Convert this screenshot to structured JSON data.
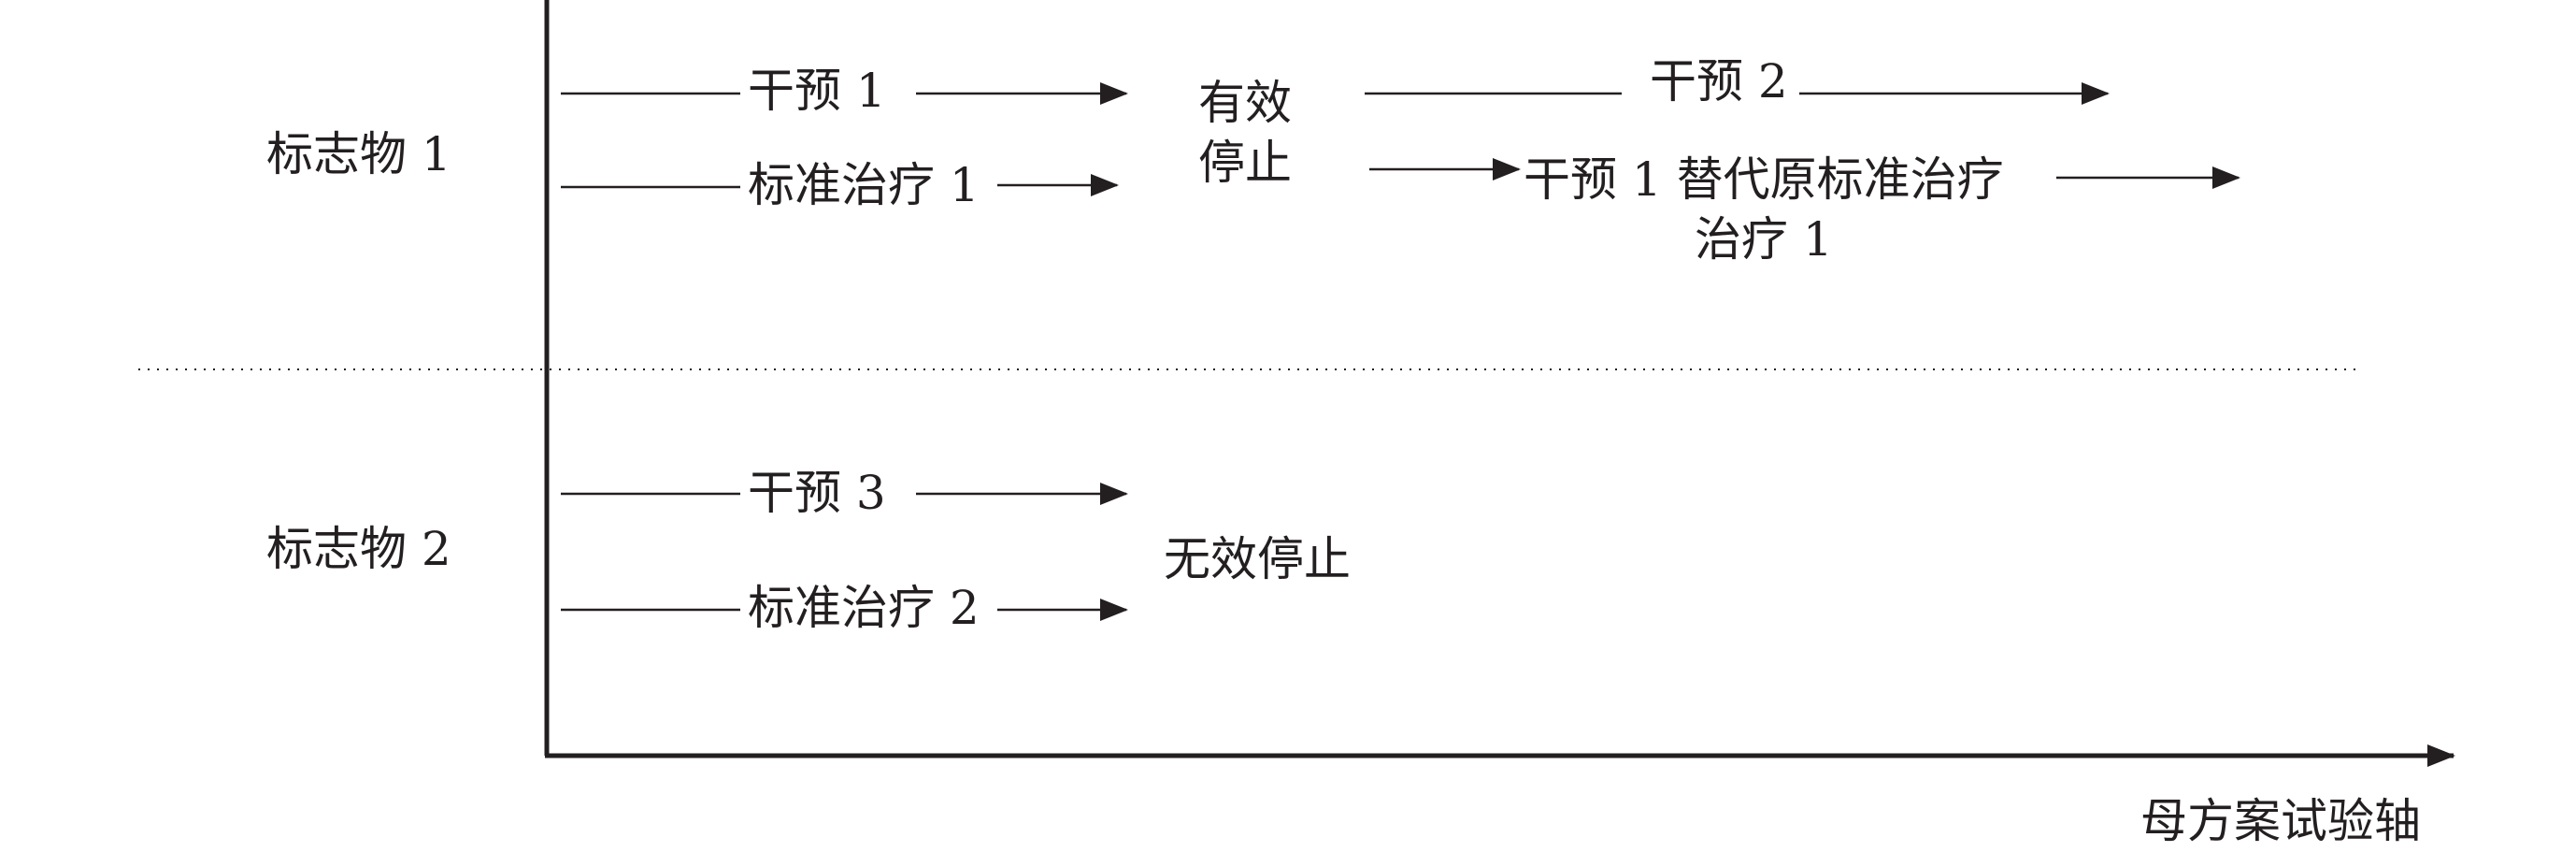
{
  "axis": {
    "label": "母方案试验轴"
  },
  "groups": [
    {
      "label": "标志物 1",
      "arms": [
        {
          "label": "干预 1"
        },
        {
          "label": "标准治疗 1"
        }
      ],
      "outcome": {
        "line1": "有效",
        "line2": "停止"
      },
      "continuations": [
        {
          "label": "干预 2"
        },
        {
          "label_line1": "干预 1 替代原标准治疗",
          "label_line2": "治疗 1"
        }
      ]
    },
    {
      "label": "标志物 2",
      "arms": [
        {
          "label": "干预 3"
        },
        {
          "label": "标准治疗 2"
        }
      ],
      "outcome": {
        "label": "无效停止"
      }
    }
  ],
  "colors": {
    "ink": "#231f20",
    "background": "#ffffff"
  }
}
